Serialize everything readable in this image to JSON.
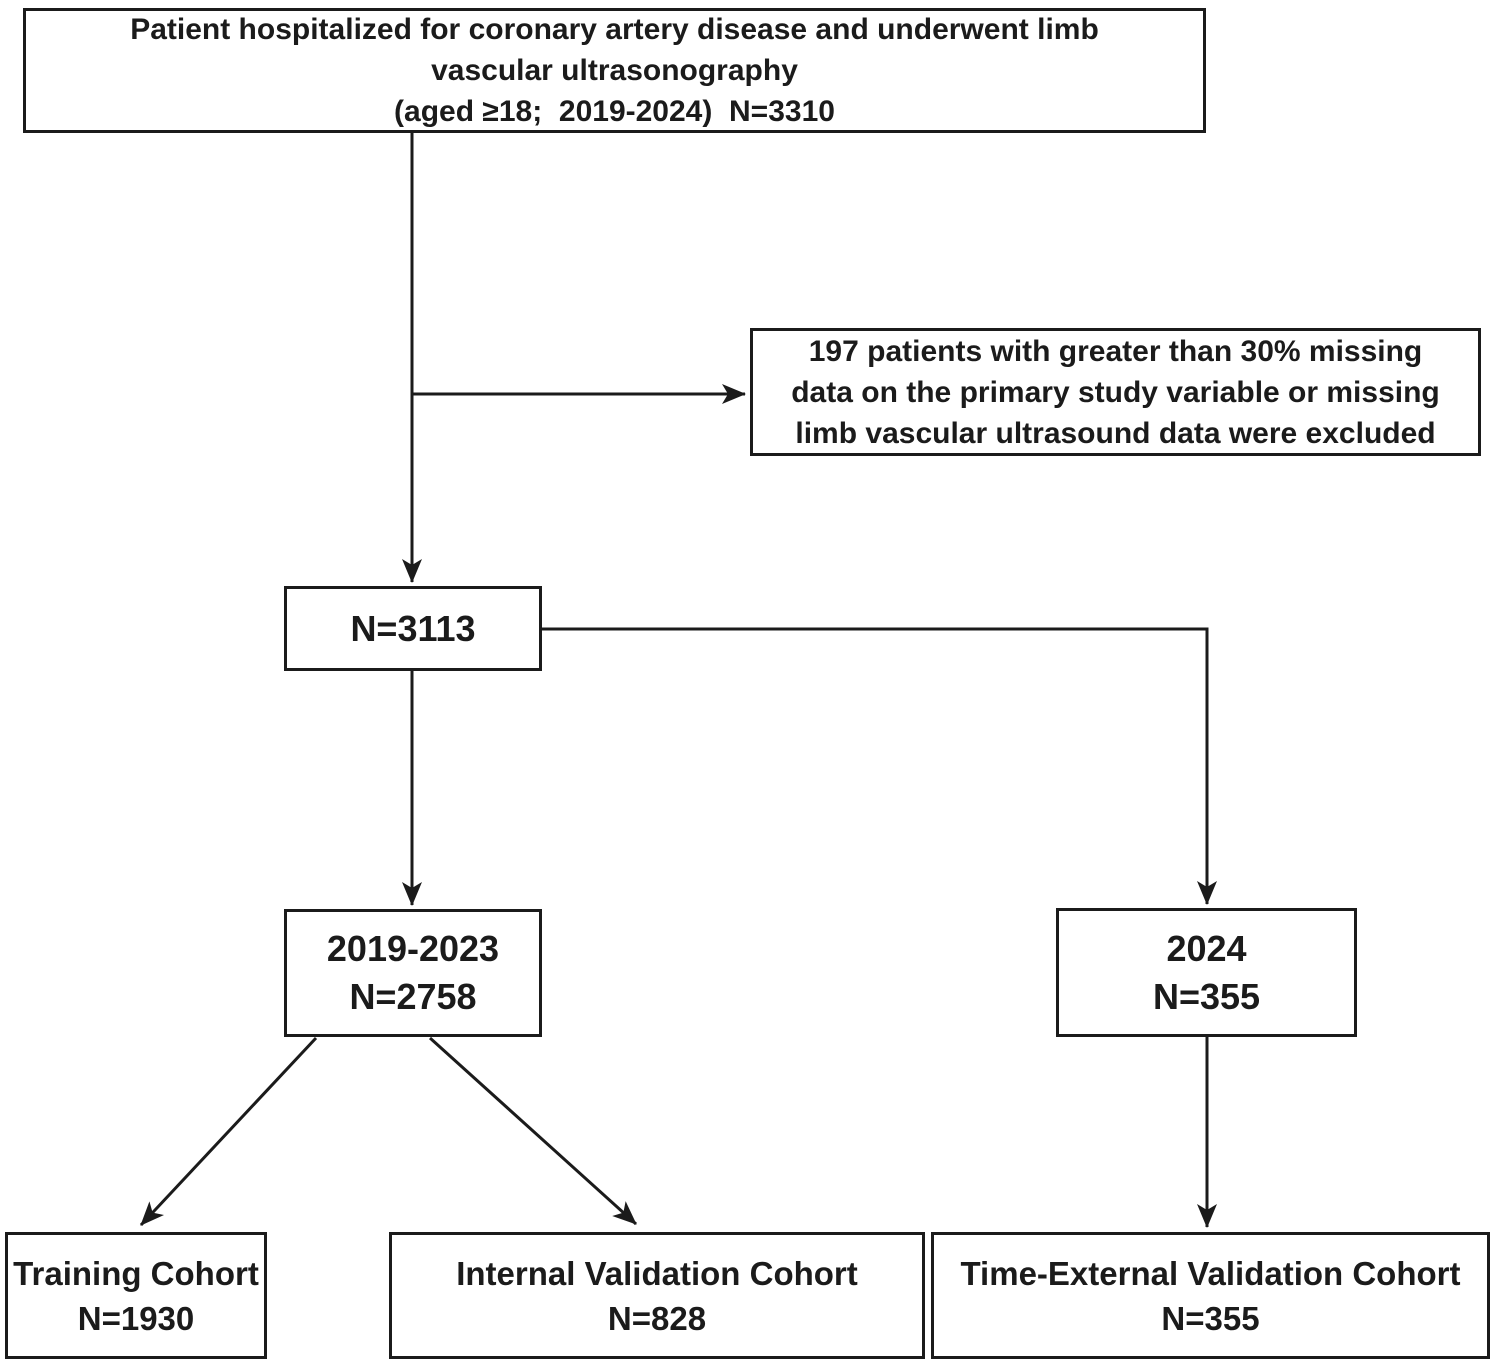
{
  "flowchart": {
    "top_box": {
      "line1": "Patient hospitalized for coronary artery disease and underwent limb",
      "line2": "vascular ultrasonography",
      "line3": "(aged ≥18;  2019-2024)  N=3310"
    },
    "exclusion_box": {
      "line1": "197 patients with greater than 30% missing",
      "line2": "data on the primary study variable or missing",
      "line3": "limb vascular ultrasound data were excluded"
    },
    "post_exclusion_box": {
      "count": "N=3113"
    },
    "cohort_2019_2023_box": {
      "period": "2019-2023",
      "count": "N=2758"
    },
    "cohort_2024_box": {
      "period": "2024",
      "count": "N=355"
    },
    "training_cohort_box": {
      "title": "Training Cohort",
      "count": "N=1930"
    },
    "internal_validation_box": {
      "title": "Internal Validation Cohort",
      "count": "N=828"
    },
    "time_external_validation_box": {
      "title": "Time-External Validation Cohort",
      "count": "N=355"
    },
    "colors": {
      "line": "#1b1b1b",
      "text": "#1b1b1b",
      "background": "#ffffff"
    }
  }
}
